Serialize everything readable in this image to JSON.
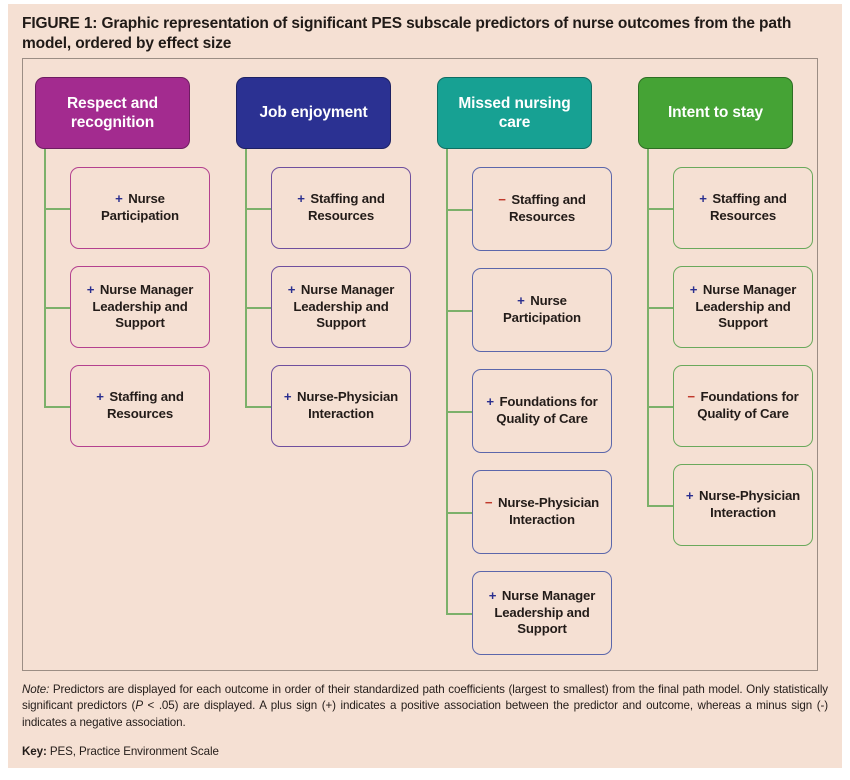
{
  "figure": {
    "label": "FIGURE 1:",
    "title": " Graphic representation of significant PES subscale predictors of nurse outcomes from the path model, ordered by effect size"
  },
  "colors": {
    "panel_background": "#f5e0d3",
    "frame_border": "#9b8d84",
    "connector_green": "#7cb06a",
    "positive_sign": "#2b2f8f",
    "negative_sign": "#c0392b",
    "text": "#231c19"
  },
  "columns": [
    {
      "header": "Respect and recognition",
      "header_color": "#a32b8f",
      "box_border": "#b4418f",
      "predictors": [
        {
          "sign": "+",
          "label": "Nurse Participation",
          "height": 82
        },
        {
          "sign": "+",
          "label": "Nurse Manager Leadership and Support",
          "height": 82
        },
        {
          "sign": "+",
          "label": "Staffing and Resources",
          "height": 82
        }
      ]
    },
    {
      "header": "Job enjoyment",
      "header_color": "#2b3192",
      "box_border": "#6f4f9e",
      "predictors": [
        {
          "sign": "+",
          "label": "Staffing and Resources",
          "height": 82
        },
        {
          "sign": "+",
          "label": "Nurse Manager Leadership and Support",
          "height": 82
        },
        {
          "sign": "+",
          "label": "Nurse-Physician Interaction",
          "height": 82
        }
      ]
    },
    {
      "header": "Missed nursing care",
      "header_color": "#17a193",
      "box_border": "#5c67ab",
      "predictors": [
        {
          "sign": "−",
          "label": "Staffing and Resources",
          "height": 84
        },
        {
          "sign": "+",
          "label": "Nurse Participation",
          "height": 84
        },
        {
          "sign": "+",
          "label": "Foundations for Quality of Care",
          "height": 84
        },
        {
          "sign": "−",
          "label": "Nurse-Physician Interaction",
          "height": 84
        },
        {
          "sign": "+",
          "label": "Nurse Manager Leadership and Support",
          "height": 84
        }
      ]
    },
    {
      "header": "Intent to stay",
      "header_color": "#45a335",
      "box_border": "#6aa95c",
      "predictors": [
        {
          "sign": "+",
          "label": "Staffing and Resources",
          "height": 82
        },
        {
          "sign": "+",
          "label": "Nurse Manager Leadership and Support",
          "height": 82
        },
        {
          "sign": "−",
          "label": "Foundations for Quality of Care",
          "height": 82
        },
        {
          "sign": "+",
          "label": "Nurse-Physician Interaction",
          "height": 82
        }
      ]
    }
  ],
  "footnotes": {
    "note_label": "Note:",
    "note_text": " Predictors are displayed for each outcome in order of their standardized path coefficients (largest to smallest) from the final path model. Only statistically significant predictors (P < .05) are displayed. A plus sign (+) indicates a positive association between the predictor and outcome, whereas a minus sign (-) indicates a negative association.",
    "key_label": "Key:",
    "key_text": " PES, Practice Environment Scale"
  }
}
